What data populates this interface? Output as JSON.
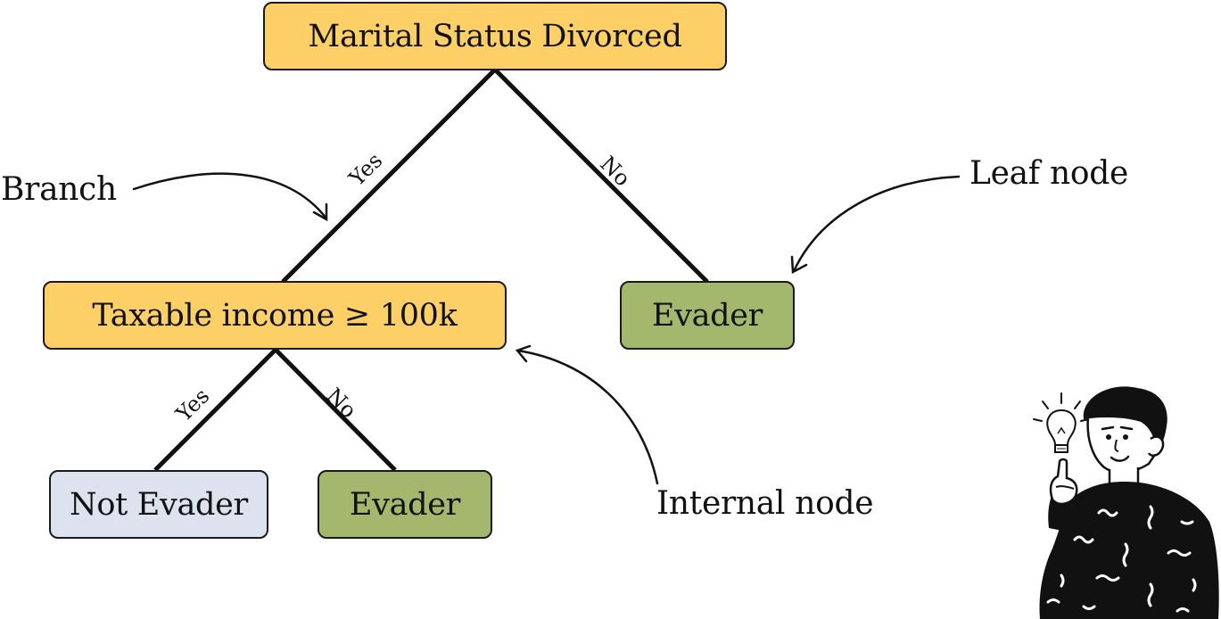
{
  "colors": {
    "decision_node": "#fdd067",
    "evader_leaf": "#a3b86c",
    "not_evader_leaf": "#dce3ef",
    "line": "#111111"
  },
  "nodes": {
    "root": {
      "label": "Marital Status Divorced"
    },
    "internal": {
      "label": "Taxable income ≥ 100k"
    },
    "leaf_right": {
      "label": "Evader"
    },
    "leaf_bottom_left": {
      "label": "Not Evader"
    },
    "leaf_bottom_right": {
      "label": "Evader"
    }
  },
  "edges": {
    "root_yes": "Yes",
    "root_no": "No",
    "internal_yes": "Yes",
    "internal_no": "No"
  },
  "annotations": {
    "branch": "Branch",
    "leaf_node": "Leaf node",
    "internal_node": "Internal node"
  },
  "illustration": {
    "icon": "person-with-lightbulb-icon"
  }
}
